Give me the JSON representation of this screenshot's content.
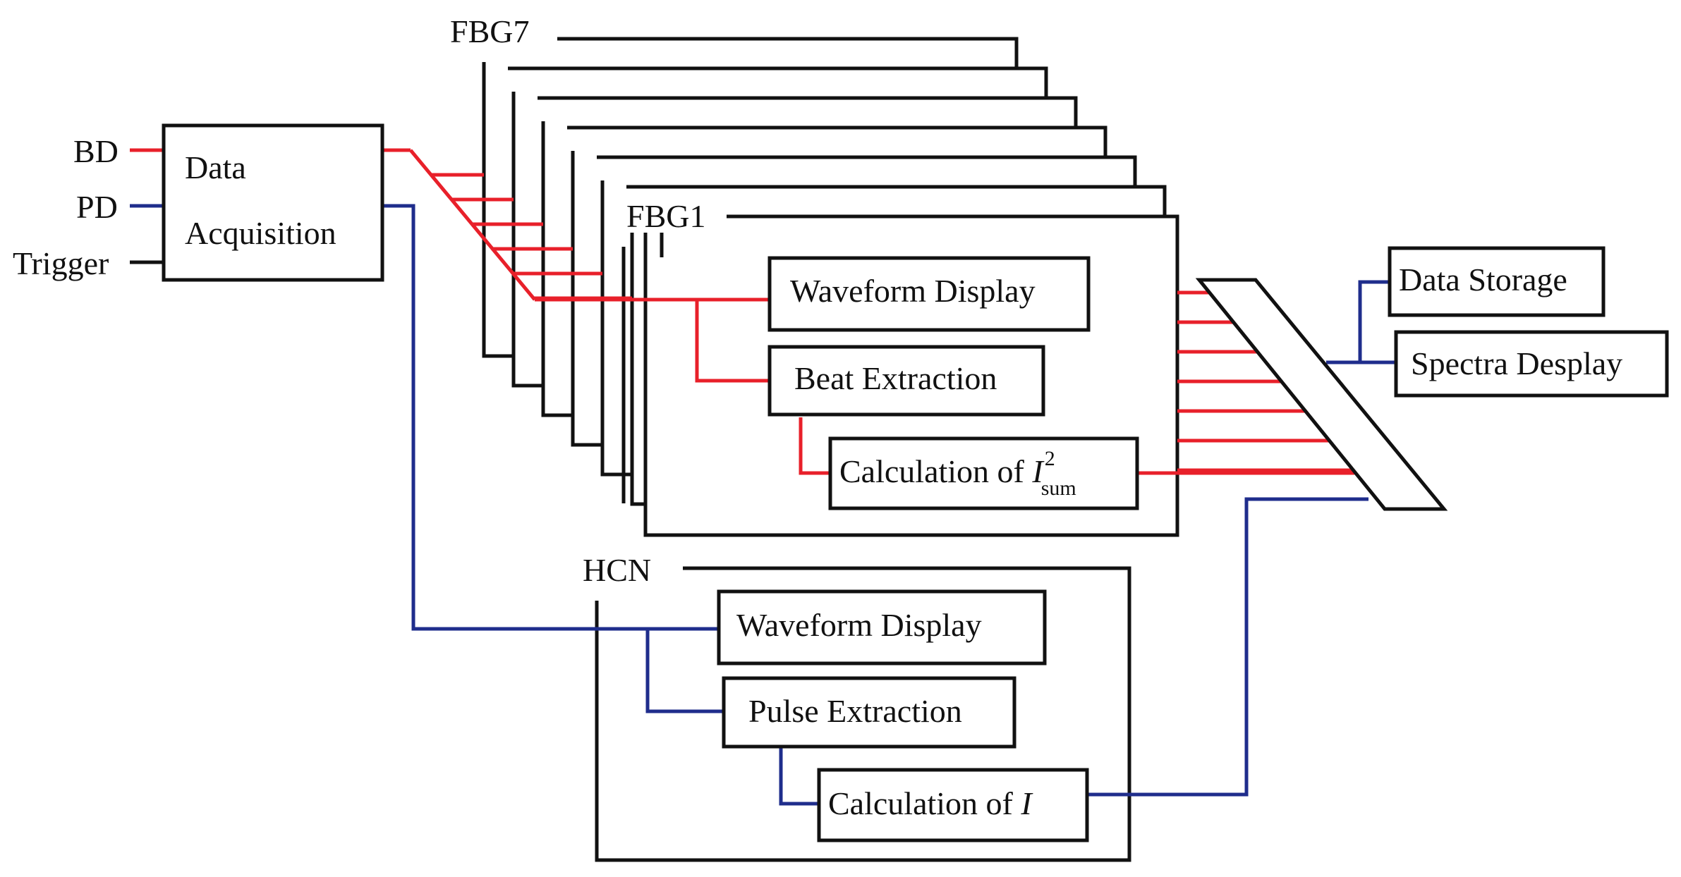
{
  "colors": {
    "red": "#e8202a",
    "blue": "#1f2d8c",
    "black": "#111111"
  },
  "inputs": {
    "bd": "BD",
    "pd": "PD",
    "trigger": "Trigger"
  },
  "acquisition": {
    "line1": "Data",
    "line2": "Acquisition"
  },
  "fbg": {
    "top_label": "FBG7",
    "front_label": "FBG1",
    "waveform": "Waveform Display",
    "beat": "Beat Extraction",
    "calc_prefix": "Calculation of ",
    "calc_var": "I",
    "calc_sub": "sum",
    "calc_sup": "2"
  },
  "hcn": {
    "label": "HCN",
    "waveform": "Waveform Display",
    "pulse": "Pulse Extraction",
    "calc_prefix": "Calculation of ",
    "calc_var": "I"
  },
  "outputs": {
    "storage": "Data Storage",
    "spectra": "Spectra Desplay"
  }
}
